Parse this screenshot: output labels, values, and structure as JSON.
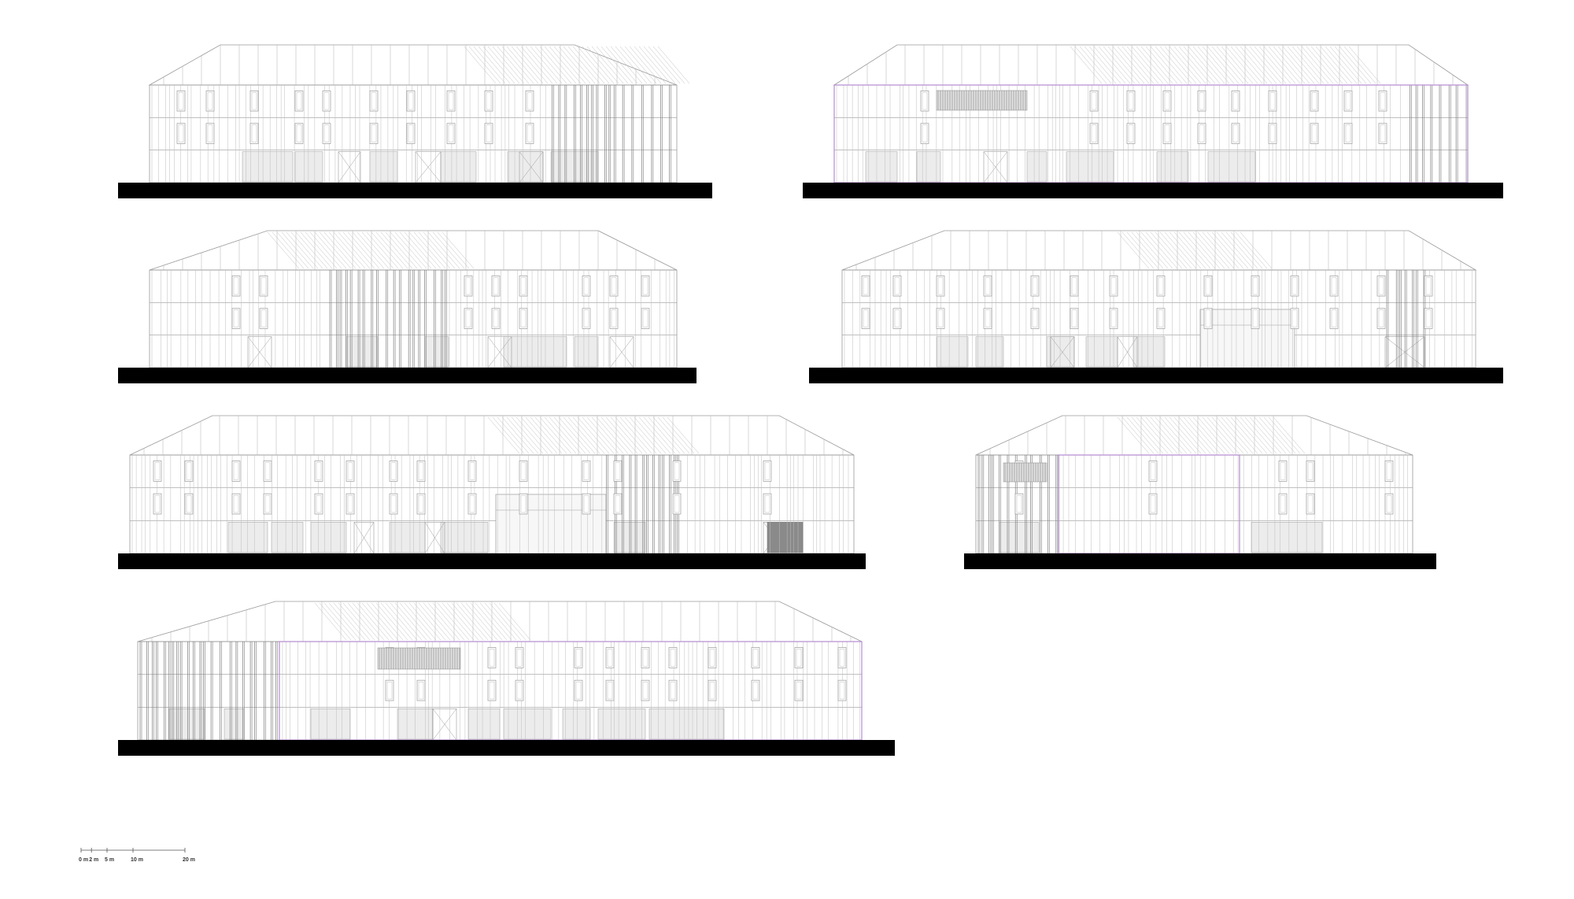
{
  "drawing": {
    "colors": {
      "background": "#ffffff",
      "line": "#9a9a9a",
      "fine_line": "#bdbdbd",
      "cladding_dense": "#7a7a7a",
      "glazing_fill": "#ececec",
      "accent_outline": "#b58bd0",
      "ground_slab": "#000000"
    },
    "elevations": [
      {
        "id": "1",
        "storeys": 3
      },
      {
        "id": "2",
        "storeys": 3
      },
      {
        "id": "3",
        "storeys": 3
      },
      {
        "id": "4",
        "storeys": 3
      },
      {
        "id": "5",
        "storeys": 3
      },
      {
        "id": "6",
        "storeys": 3
      },
      {
        "id": "7",
        "storeys": 3
      }
    ]
  },
  "scale_bar": {
    "labels": [
      "0 m",
      "2 m",
      "5 m",
      "10 m",
      "20 m"
    ],
    "values_m": [
      0,
      2,
      5,
      10,
      20
    ]
  }
}
